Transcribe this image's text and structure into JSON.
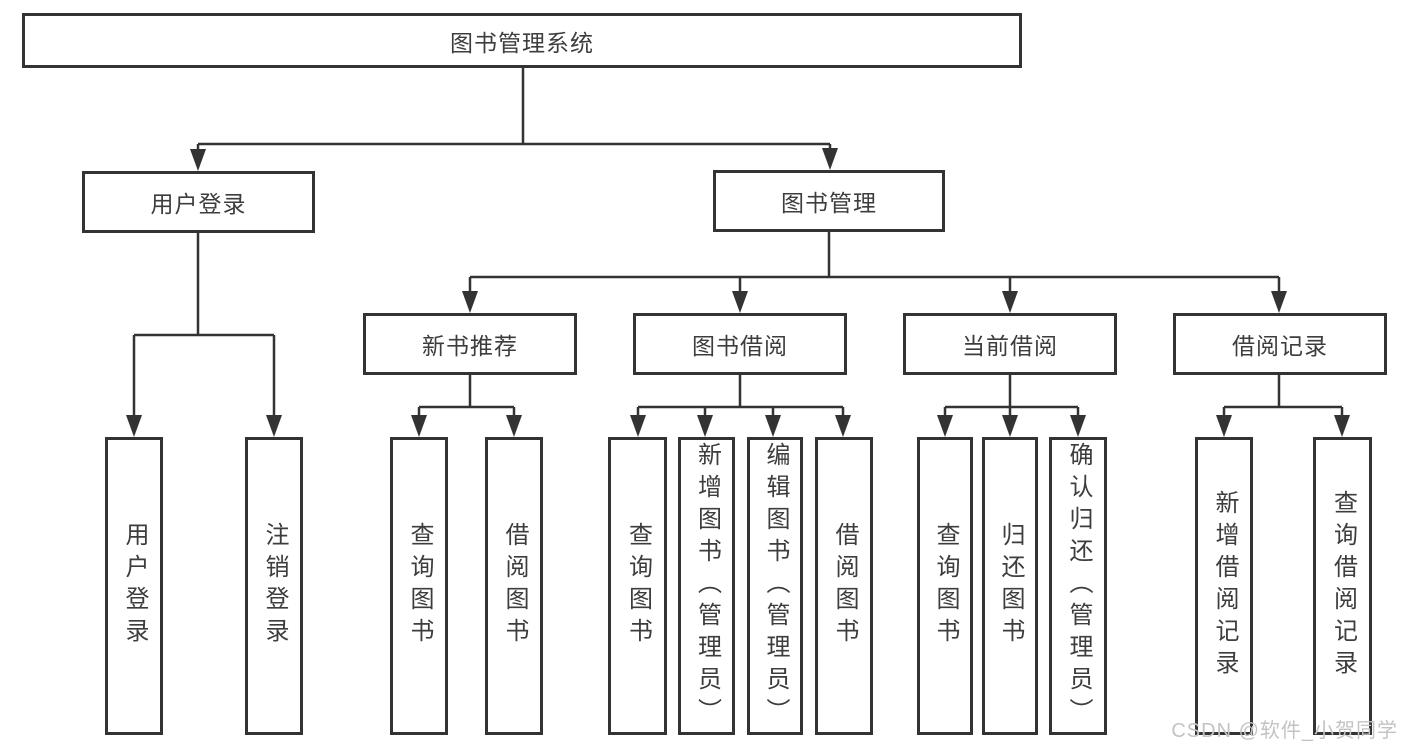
{
  "diagram": {
    "root": {
      "label": "图书管理系统"
    },
    "branches": [
      {
        "label": "用户登录",
        "children": [
          {
            "label": "用户登录"
          },
          {
            "label": "注销登录"
          }
        ]
      },
      {
        "label": "图书管理",
        "sections": [
          {
            "label": "新书推荐",
            "children": [
              {
                "label": "查询图书"
              },
              {
                "label": "借阅图书"
              }
            ]
          },
          {
            "label": "图书借阅",
            "children": [
              {
                "label": "查询图书"
              },
              {
                "label": "新增图书（管理员）"
              },
              {
                "label": "编辑图书（管理员）"
              },
              {
                "label": "借阅图书"
              }
            ]
          },
          {
            "label": "当前借阅",
            "children": [
              {
                "label": "查询图书"
              },
              {
                "label": "归还图书"
              },
              {
                "label": "确认归还（管理员）"
              }
            ]
          },
          {
            "label": "借阅记录",
            "children": [
              {
                "label": "新增借阅记录"
              },
              {
                "label": "查询借阅记录"
              }
            ]
          }
        ]
      }
    ]
  },
  "watermark": {
    "text": "CSDN @软件_小贺同学"
  },
  "colors": {
    "line": "#333333",
    "text": "#3d3d3d",
    "watermark": "#c3c3c3",
    "background": "#ffffff"
  }
}
